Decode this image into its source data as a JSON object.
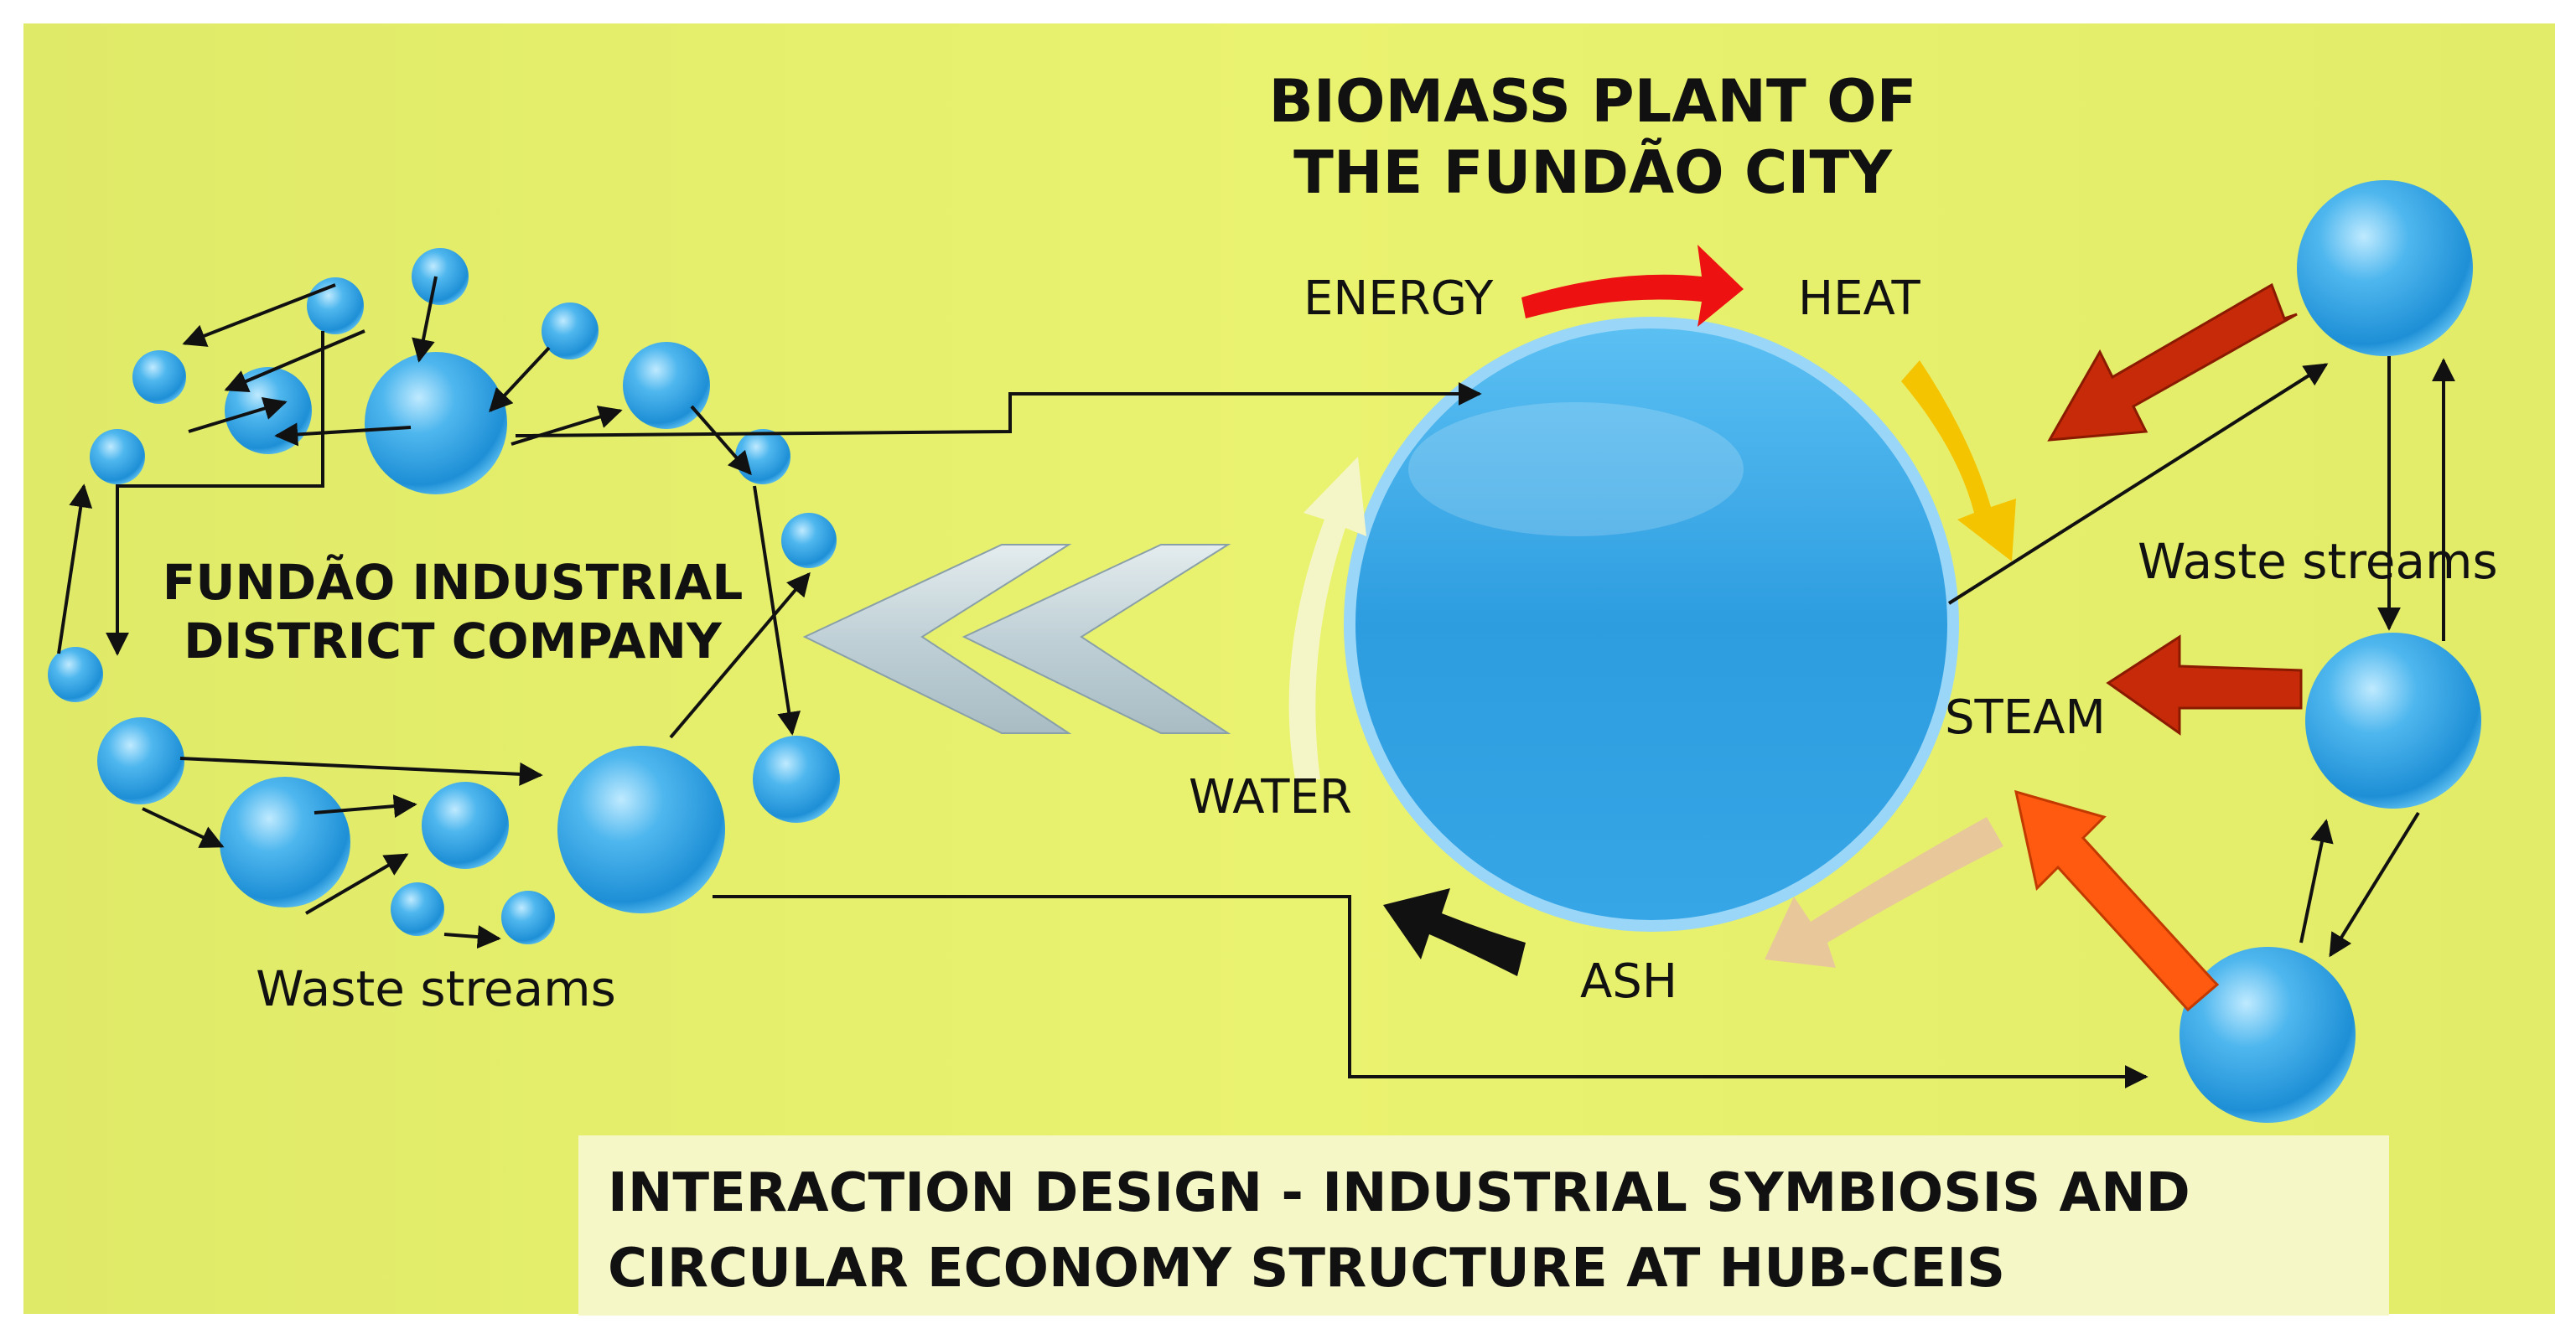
{
  "plant": {
    "title_line1": "BIOMASS PLANT OF",
    "title_line2": "THE FUNDÃO CITY",
    "labels": {
      "energy": "ENERGY",
      "heat": "HEAT",
      "steam": "STEAM",
      "ash": "ASH",
      "water": "WATER"
    }
  },
  "district": {
    "name_line1": "FUNDÃO INDUSTRIAL",
    "name_line2": "DISTRICT COMPANY",
    "waste_label": "Waste streams"
  },
  "right_cluster": {
    "waste_label": "Waste streams"
  },
  "caption": {
    "line1": "INTERACTION DESIGN - INDUSTRIAL SYMBIOSIS AND",
    "line2": "CIRCULAR ECONOMY STRUCTURE AT HUB-CEIS"
  },
  "colors": {
    "background": "#e8f26e",
    "sphere": "#2e9fe0",
    "energy_heat_arrow": "#ee1111",
    "heat_steam_arrow": "#f5c400",
    "steam_ash_arrow": "#e8c89a",
    "ash_arrow": "#111111",
    "water_arrow": "#f4f6c8",
    "inbound_arrow_dark": "#c62a08",
    "inbound_arrow_light": "#ff5a10",
    "caption_box": "#f6f7c6"
  }
}
